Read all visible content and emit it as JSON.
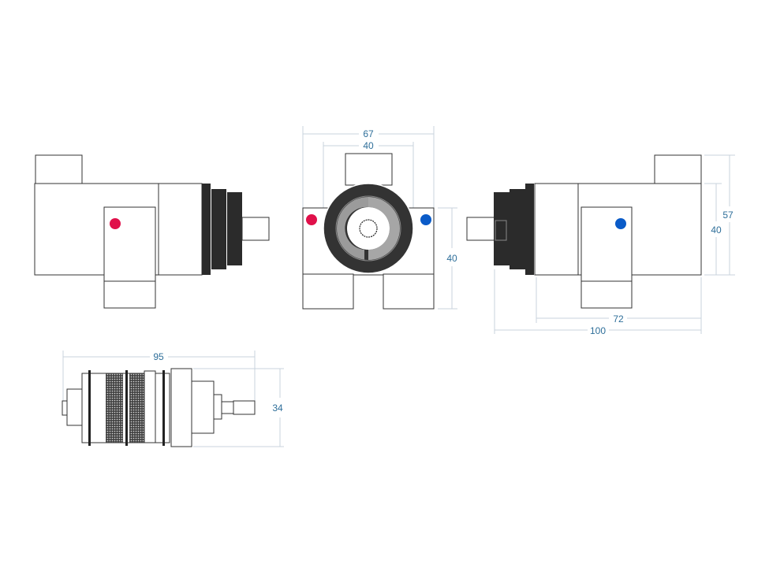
{
  "colors": {
    "hot": "#e0104a",
    "cold": "#0a5bc8",
    "dimension": "#2f6f9a",
    "dark": "#2b2b2b",
    "gray": "#a6a6a6"
  },
  "dimensions": {
    "front_width_outer": "67",
    "front_width_inner": "40",
    "front_height": "40",
    "side_height_total": "57",
    "side_height_body": "40",
    "side_length_body": "72",
    "side_length_total": "100",
    "cartridge_length": "95",
    "cartridge_diameter": "34"
  }
}
